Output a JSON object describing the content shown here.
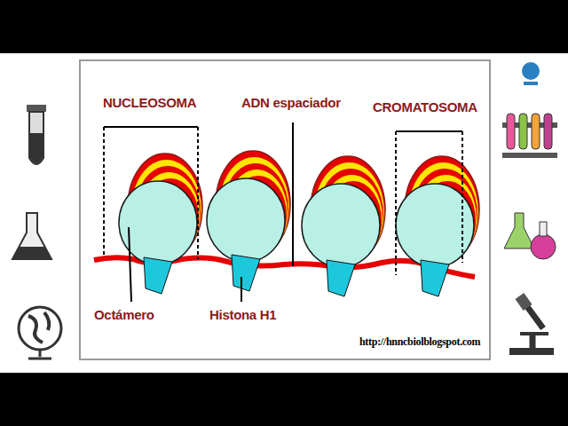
{
  "diagram": {
    "labels": [
      "NUCLEOSOMA",
      "ADN espaciador",
      "CROMATOSOMA",
      "Octámero",
      "Histona H1",
      "http://hnncbiolblogspot.com"
    ]
  }
}
